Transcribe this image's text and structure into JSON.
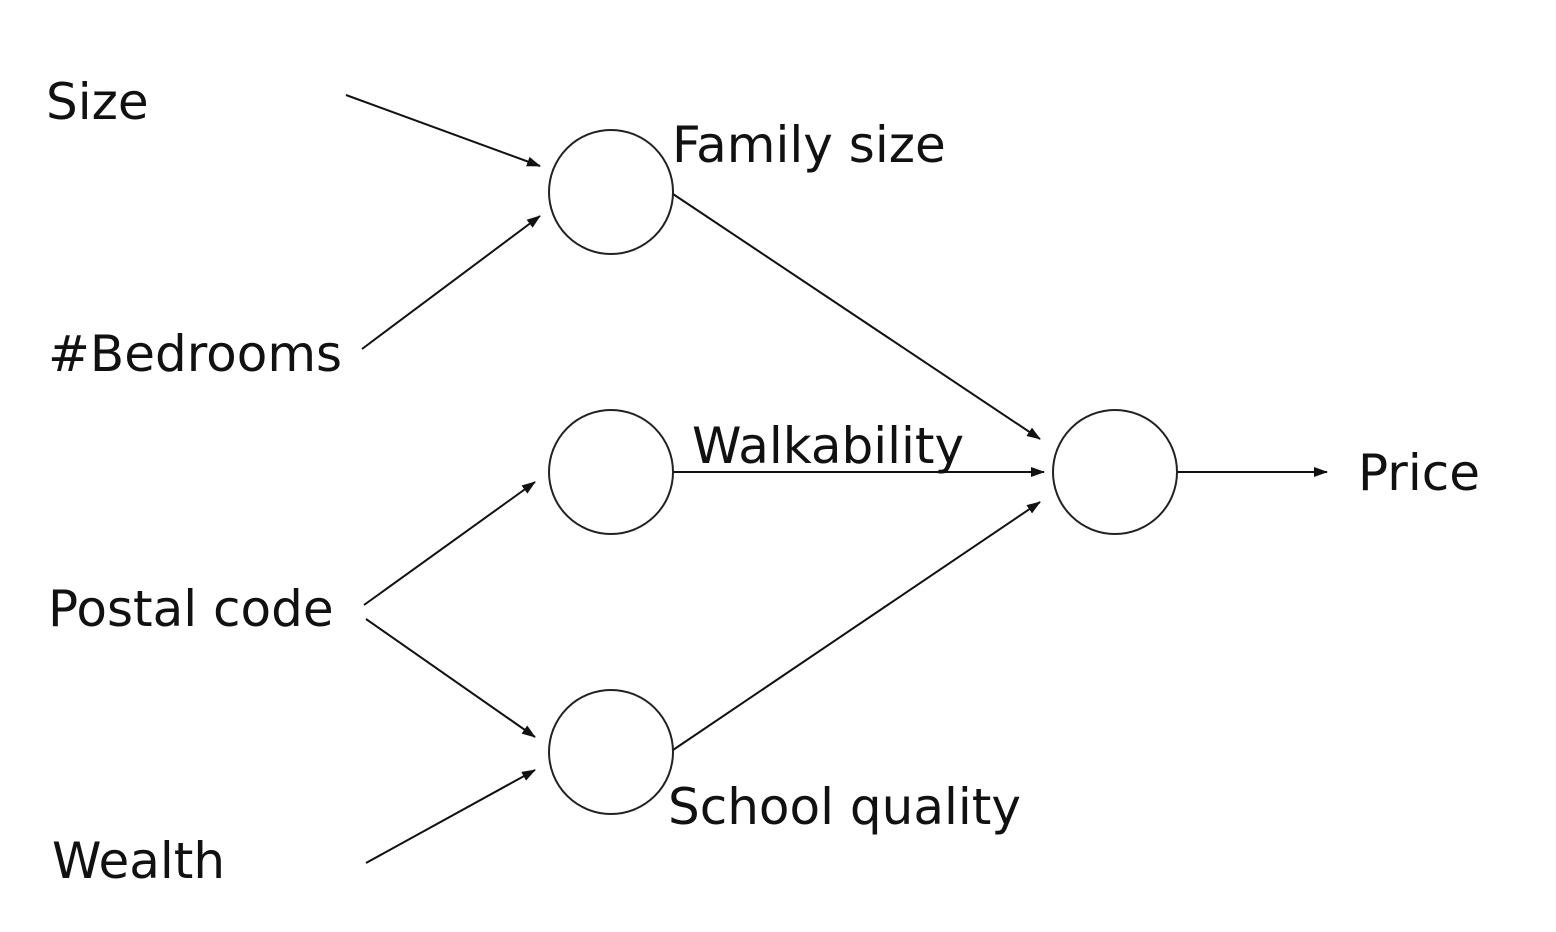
{
  "inputs": {
    "size": "Size",
    "bedrooms": "#Bedrooms",
    "postal_code": "Postal code",
    "wealth": "Wealth"
  },
  "hidden": {
    "family_size": "Family size",
    "walkability": "Walkability",
    "school_quality": "School quality"
  },
  "output": {
    "price": "Price"
  }
}
